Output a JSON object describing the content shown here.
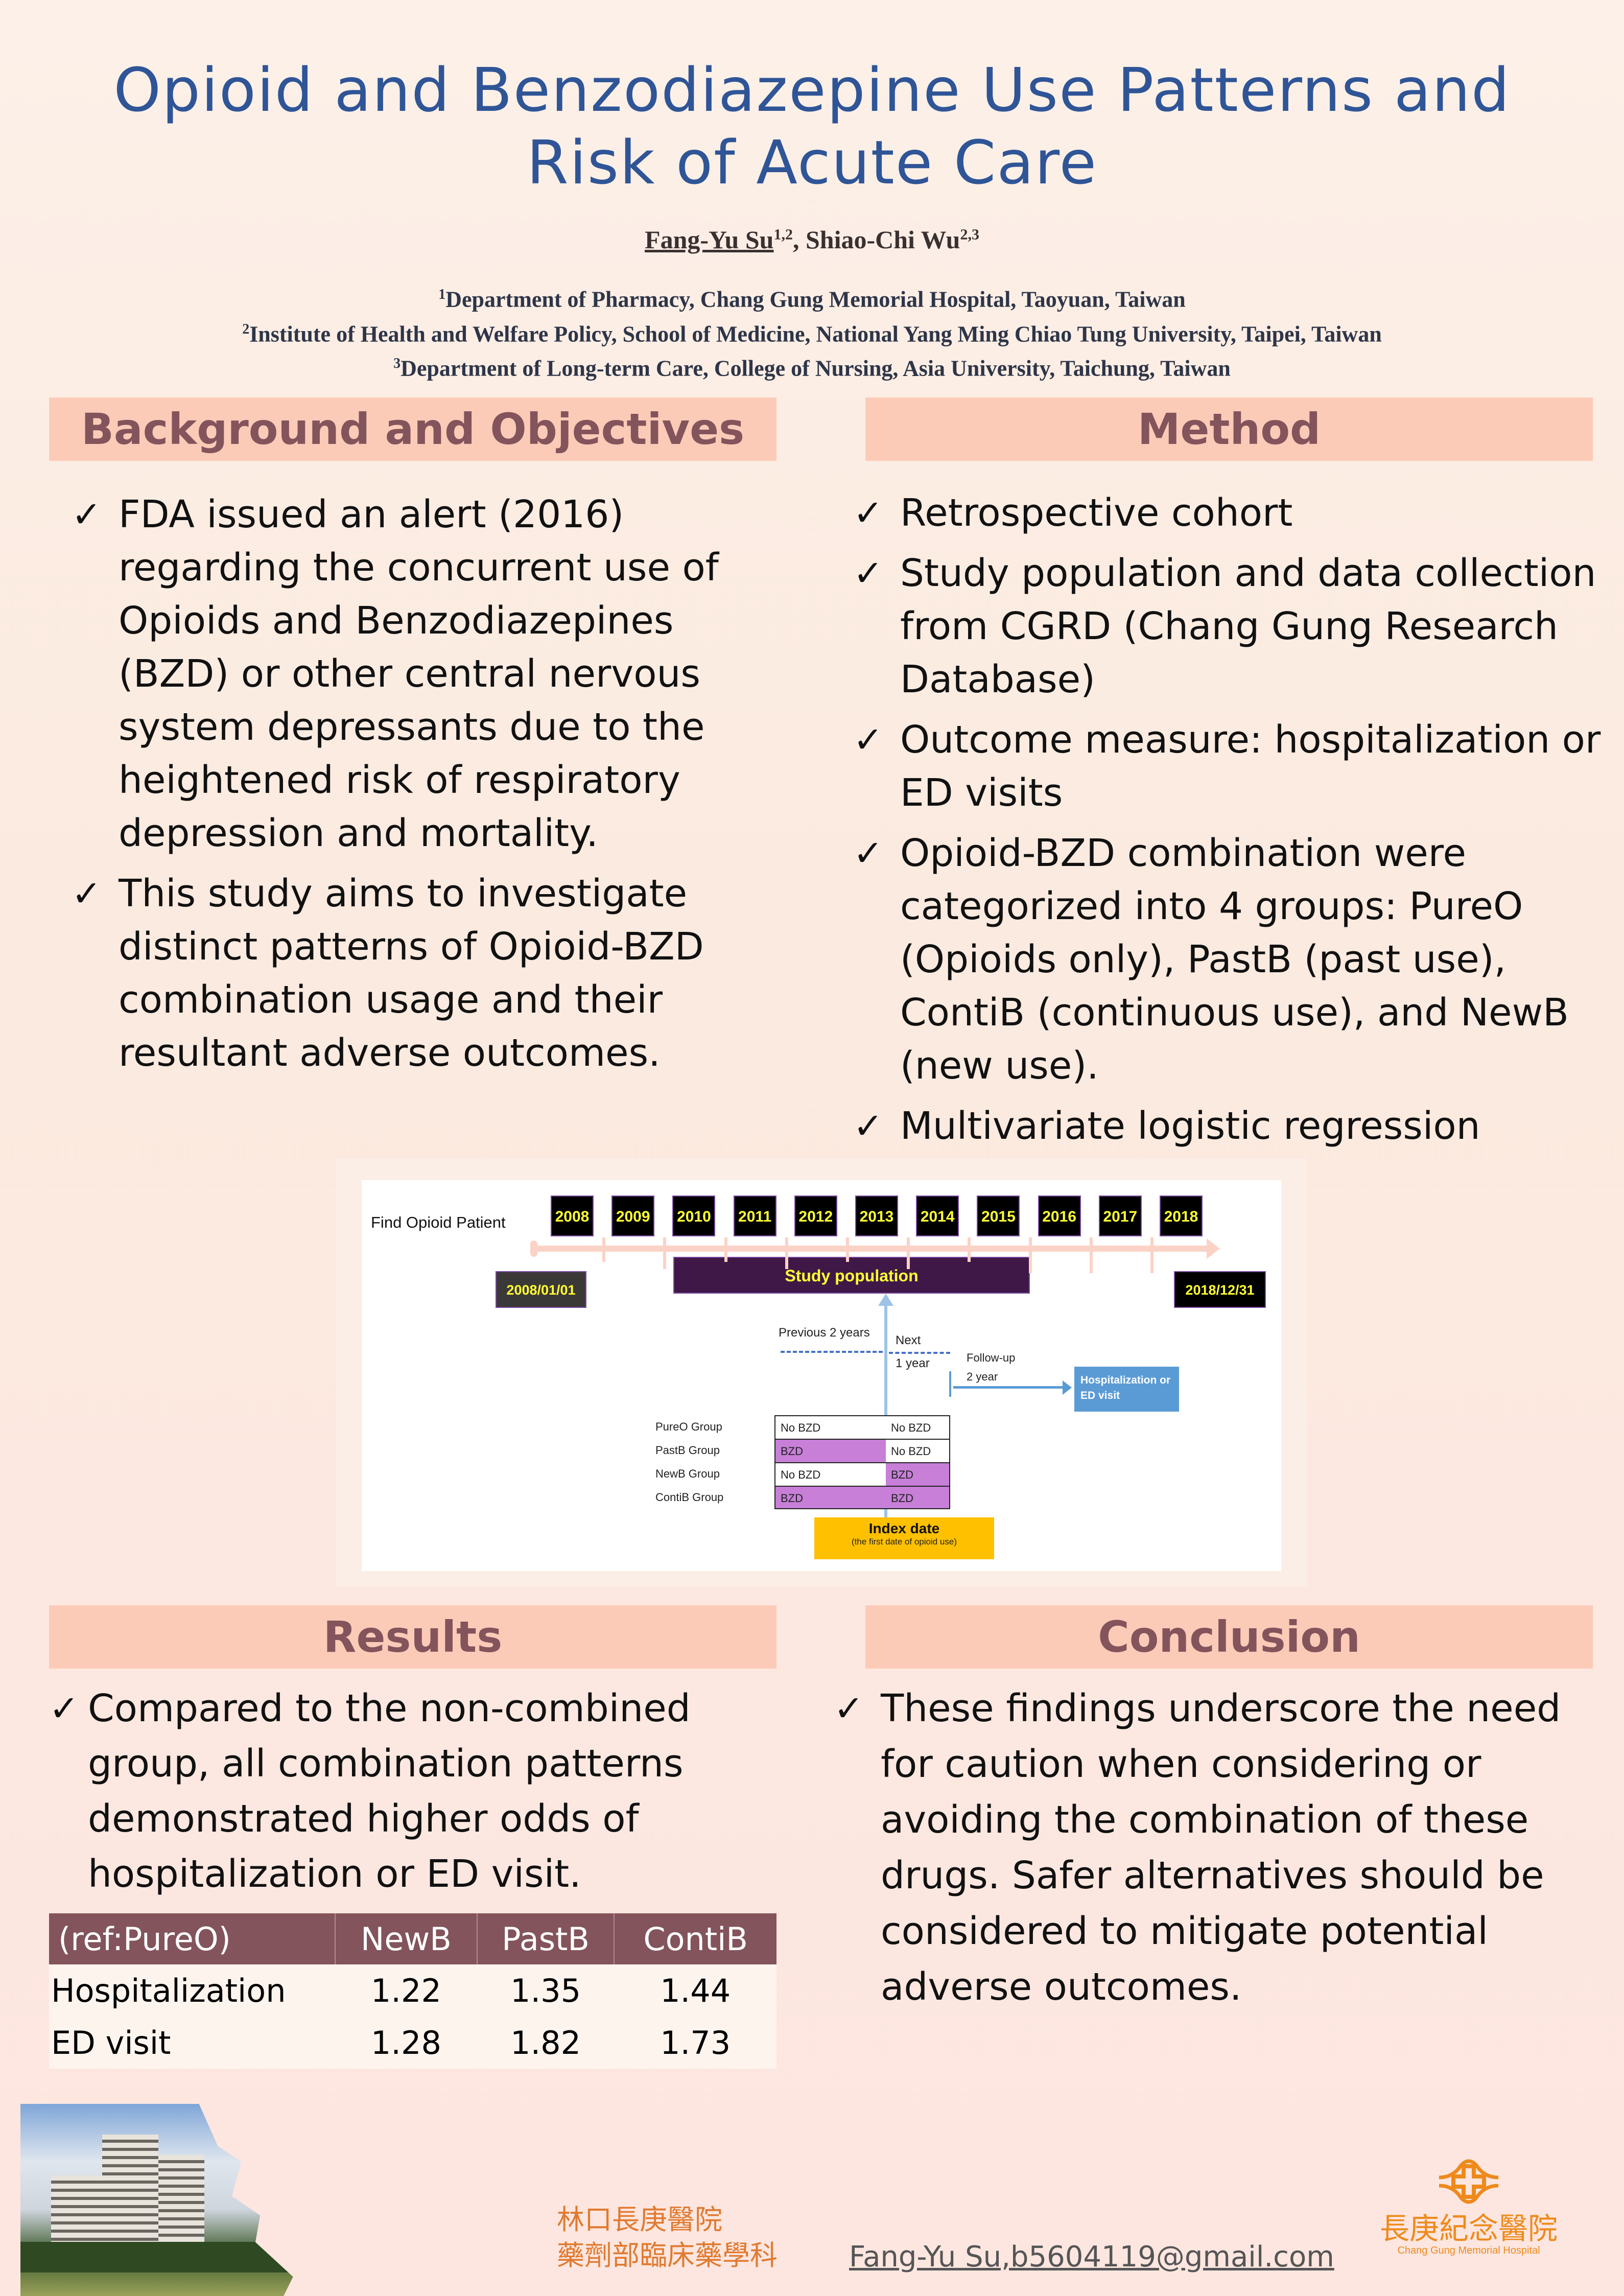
{
  "header": {
    "title_line1": "Opioid and Benzodiazepine Use Patterns and",
    "title_line2": "Risk of Acute Care",
    "authors": [
      {
        "name": "Fang-Yu Su",
        "sup": "1,2",
        "underlined": true
      },
      {
        "name": "Shiao-Chi Wu",
        "sup": "2,3",
        "underlined": false
      }
    ],
    "affiliations": [
      {
        "sup": "1",
        "text": "Department of Pharmacy, Chang Gung Memorial Hospital, Taoyuan, Taiwan"
      },
      {
        "sup": "2",
        "text": "Institute of Health and Welfare Policy, School of Medicine, National Yang Ming Chiao Tung University, Taipei, Taiwan"
      },
      {
        "sup": "3",
        "text": "Department of Long-term Care, College of Nursing, Asia University, Taichung, Taiwan"
      }
    ]
  },
  "background": {
    "heading": "Background and Objectives",
    "bullets": [
      "FDA issued an alert (2016) regarding the concurrent use of Opioids and Benzodiazepines (BZD) or other central nervous system depressants due to the heightened risk of respiratory depression and mortality.",
      "This study aims to investigate distinct patterns of Opioid-BZD combination usage and their resultant adverse outcomes."
    ]
  },
  "method": {
    "heading": "Method",
    "bullets": [
      "Retrospective cohort",
      "Study population and data collection from CGRD (Chang Gung Research Database)",
      "Outcome measure: hospitalization or ED visits",
      "Opioid-BZD combination were categorized into 4 groups: PureO (Opioids only), PastB (past use), ContiB (continuous use), and NewB (new use).",
      "Multivariate logistic regression"
    ]
  },
  "figure": {
    "find_label": "Find Opioid Patient",
    "years": [
      "2008",
      "2009",
      "2010",
      "2011",
      "2012",
      "2013",
      "2014",
      "2015",
      "2016",
      "2017",
      "2018"
    ],
    "start_date": "2008/01/01",
    "end_date": "2018/12/31",
    "study_population": "Study population",
    "previous_label": "Previous 2 years",
    "next_label_1": "Next",
    "next_label_2": "1 year",
    "followup_label_1": "Follow-up",
    "followup_label_2": "2 year",
    "outcome_box": "Hospitalization or ED visit",
    "groups": [
      {
        "label": "PureO Group",
        "before": "No BZD",
        "after": "No BZD",
        "before_bzd": false,
        "after_bzd": false
      },
      {
        "label": "PastB Group",
        "before": "BZD",
        "after": "No BZD",
        "before_bzd": true,
        "after_bzd": false
      },
      {
        "label": "NewB Group",
        "before": "No BZD",
        "after": "BZD",
        "before_bzd": false,
        "after_bzd": true
      },
      {
        "label": "ContiB Group",
        "before": "BZD",
        "after": "BZD",
        "before_bzd": true,
        "after_bzd": true
      }
    ],
    "index_title": "Index date",
    "index_sub": "(the first date of opioid use)"
  },
  "results": {
    "heading": "Results",
    "bullet": "Compared to the non-combined group, all combination patterns demonstrated higher odds of hospitalization or ED visit.",
    "table": {
      "headers": [
        "(ref:PureO)",
        "NewB",
        "PastB",
        "ContiB"
      ],
      "rows": [
        [
          "Hospitalization",
          "1.22",
          "1.35",
          "1.44"
        ],
        [
          "ED visit",
          "1.28",
          "1.82",
          "1.73"
        ]
      ]
    }
  },
  "conclusion": {
    "heading": "Conclusion",
    "bullet": "These findings underscore the need for caution when considering or avoiding the combination of these drugs. Safer alternatives should be considered to mitigate potential adverse outcomes."
  },
  "footer": {
    "cn_line1": "林口長庚醫院",
    "cn_line2": "藥劑部臨床藥學科",
    "email": "Fang-Yu Su,b5604119@gmail.com",
    "logo_cn": "長庚紀念醫院",
    "logo_en": "Chang Gung Memorial Hospital"
  },
  "colors": {
    "title": "#2f5597",
    "heading_bg": "#fccbb8",
    "heading_text": "#84545c",
    "table_header": "#83545c",
    "bzd_fill": "#c77fd8",
    "study_pop": "#3f1848",
    "index_box": "#ffc000",
    "outcome_box": "#5b9bd5",
    "logo": "#ee8a1c"
  }
}
